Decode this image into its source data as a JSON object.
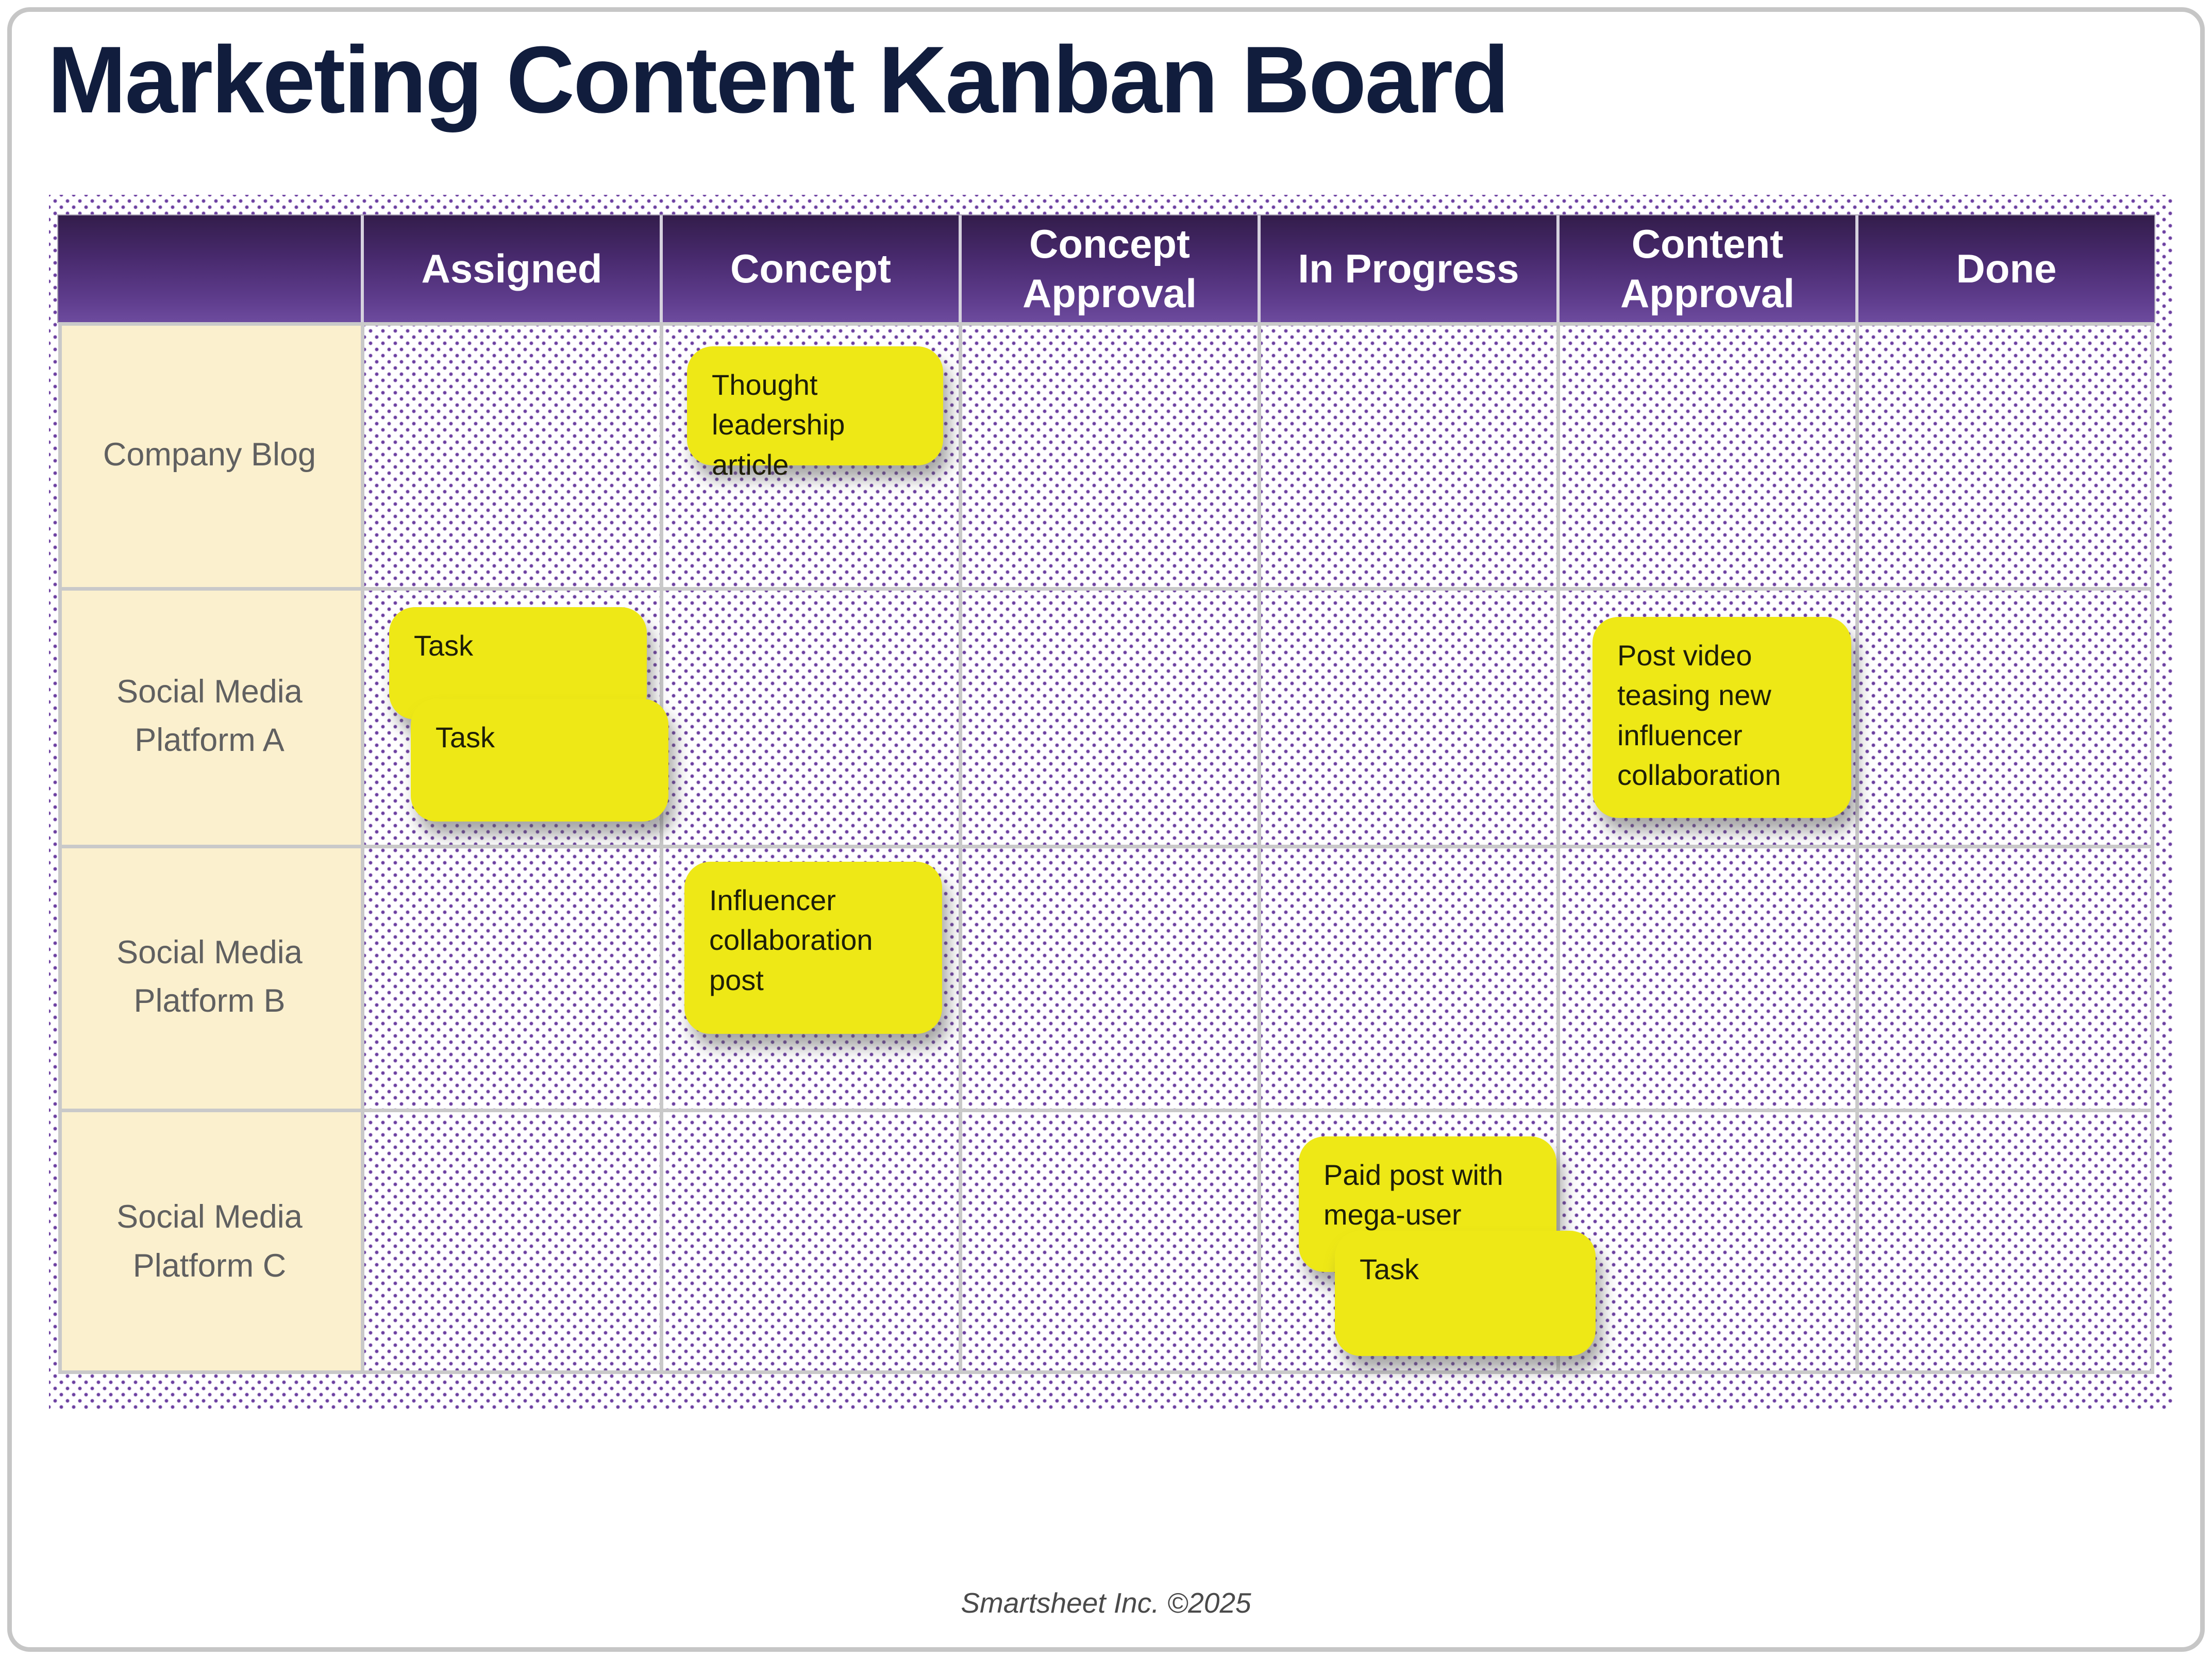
{
  "page": {
    "title": "Marketing Content Kanban Board",
    "footer": "Smartsheet Inc. ©2025"
  },
  "board": {
    "columns": [
      "",
      "Assigned",
      "Concept",
      "Concept Approval",
      "In Progress",
      "Content Approval",
      "Done"
    ],
    "rows": [
      "Company Blog",
      "Social Media Platform A",
      "Social Media Platform B",
      "Social Media Platform C"
    ],
    "cards": [
      {
        "text": "Thought leadership article",
        "row": "Company Blog",
        "column": "Concept"
      },
      {
        "text": "Task",
        "row": "Social Media Platform A",
        "column": "Assigned"
      },
      {
        "text": "Task",
        "row": "Social Media Platform A",
        "column": "Assigned"
      },
      {
        "text": "Post video teasing new influencer collaboration",
        "row": "Social Media Platform A",
        "column": "Content Approval"
      },
      {
        "text": "Influencer collaboration post",
        "row": "Social Media Platform B",
        "column": "Concept"
      },
      {
        "text": "Paid post with mega-user",
        "row": "Social Media Platform C",
        "column": "In Progress"
      },
      {
        "text": "Task",
        "row": "Social Media Platform C",
        "column": "In Progress"
      }
    ],
    "colors": {
      "title_navy": "#111d3d",
      "header_purple_top": "#331d4b",
      "header_purple_bottom": "#6d4b9e",
      "row_label_cream": "#fbf0ce",
      "row_label_text": "#606060",
      "sticky_yellow": "#eee816",
      "sticky_text": "#1e1e08",
      "dot_purple": "#6b3fa0",
      "gridline_gray": "#c9c9c9",
      "border_gray": "#c6c6c6"
    }
  }
}
